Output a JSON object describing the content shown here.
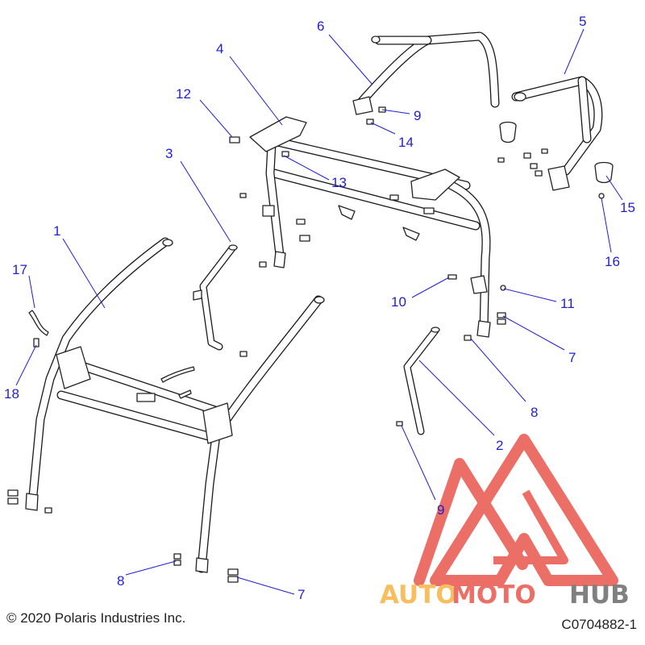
{
  "callouts": [
    "1",
    "2",
    "3",
    "4",
    "5",
    "6",
    "7",
    "7",
    "8",
    "8",
    "9",
    "9",
    "10",
    "11",
    "12",
    "13",
    "14",
    "15",
    "16",
    "17",
    "18"
  ],
  "copyright": "© 2020 Polaris Industries Inc.",
  "drawing_code": "C0704882-1",
  "watermark": {
    "auto": "AUTO",
    "moto": "MOTO",
    "hub": "HUB",
    "colors": {
      "red": "#e8564c",
      "orange": "#f5b342",
      "gray": "#6b6b6b"
    }
  }
}
